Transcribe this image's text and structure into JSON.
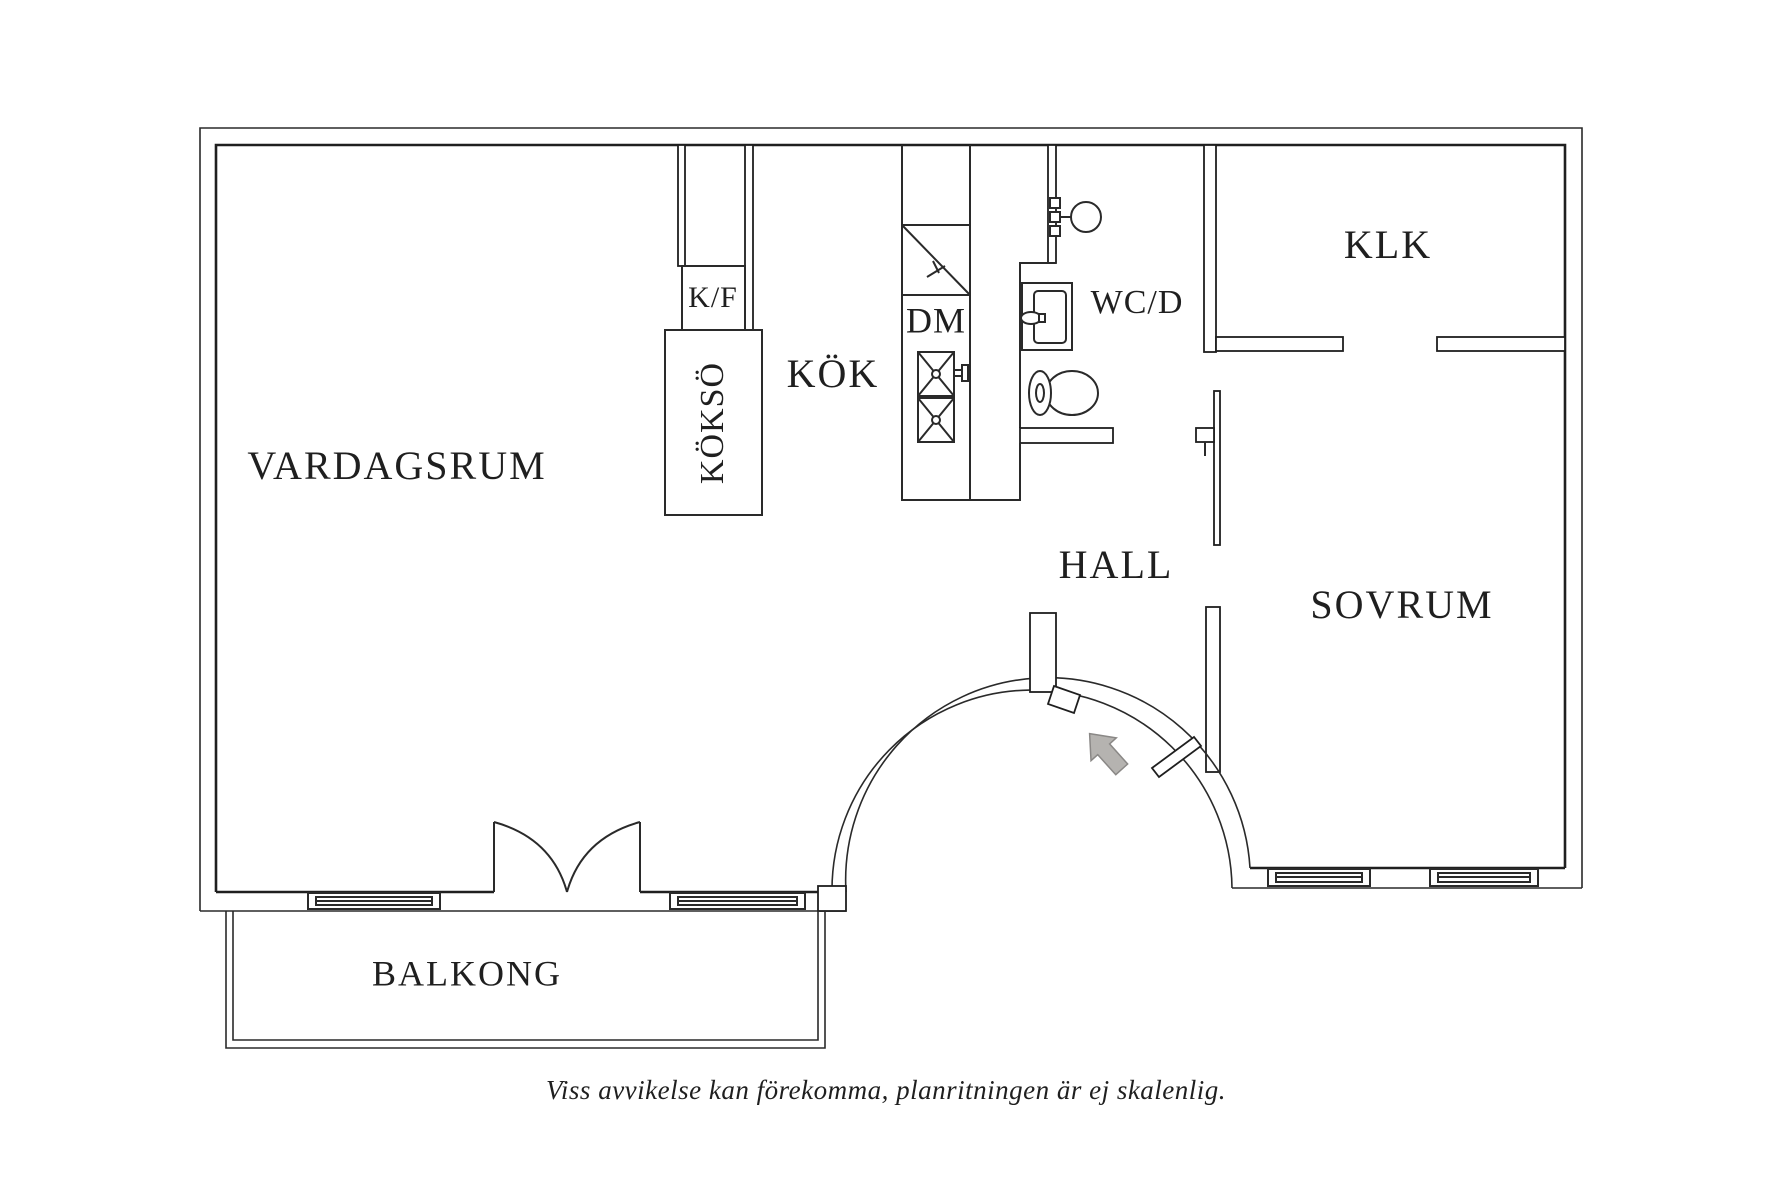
{
  "plan": {
    "rooms": {
      "living_room": "VARDAGSRUM",
      "kitchen": "KÖK",
      "kitchen_island": "KÖKSÖ",
      "fridge_freezer": "K/F",
      "dishwasher": "DM",
      "bathroom": "WC/D",
      "closet": "KLK",
      "hall": "HALL",
      "bedroom": "SOVRUM",
      "balcony": "BALKONG"
    },
    "caption": "Viss avvikelse kan förekomma, planritningen är ej skalenlig.",
    "colors": {
      "wall": "#1f1f1f",
      "background": "#ffffff",
      "entry_arrow_fill": "#b5b3b0",
      "entry_arrow_stroke": "#8a8886"
    }
  }
}
